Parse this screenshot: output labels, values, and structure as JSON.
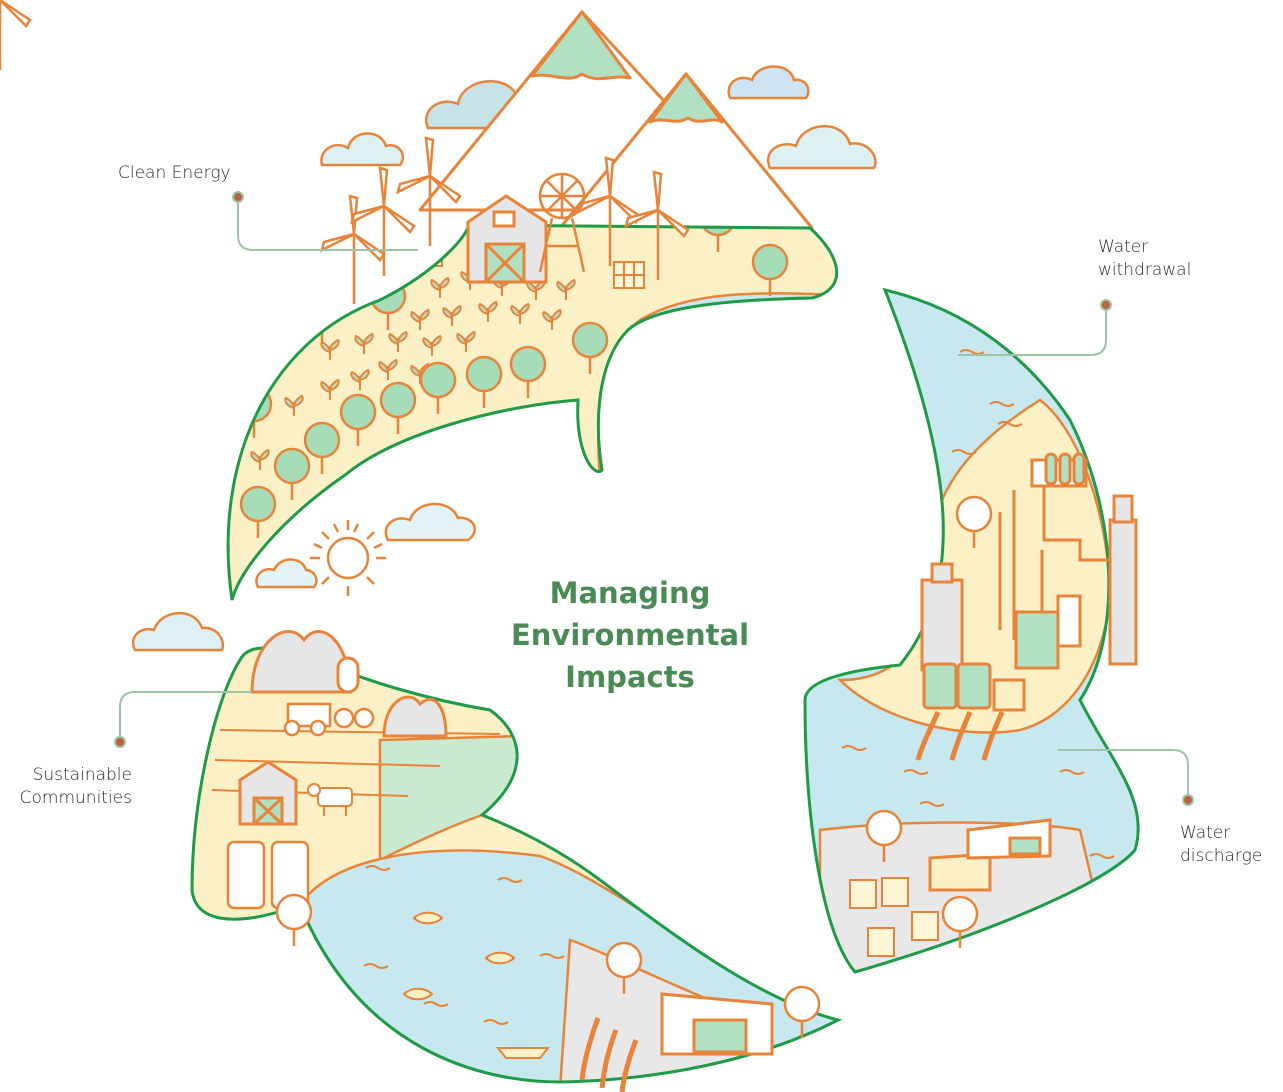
{
  "title_lines": [
    "Managing",
    "Environmental",
    "Impacts"
  ],
  "labels": {
    "clean_energy": "Clean Energy",
    "water_withdrawal": [
      "Water",
      "withdrawal"
    ],
    "sustainable_communities": [
      "Sustainable",
      "Communities"
    ],
    "water_discharge": [
      "Water",
      "discharge"
    ]
  },
  "colors": {
    "outline_green": "#1f9a47",
    "orange": "#e8843a",
    "land_cream": "#fcf1c6",
    "water_blue": "#c6e8ee",
    "tree_green": "#a7dcb9",
    "gray": "#e6e6e6",
    "connector": "#9ec3a9",
    "title_green": "#4a8a55"
  }
}
